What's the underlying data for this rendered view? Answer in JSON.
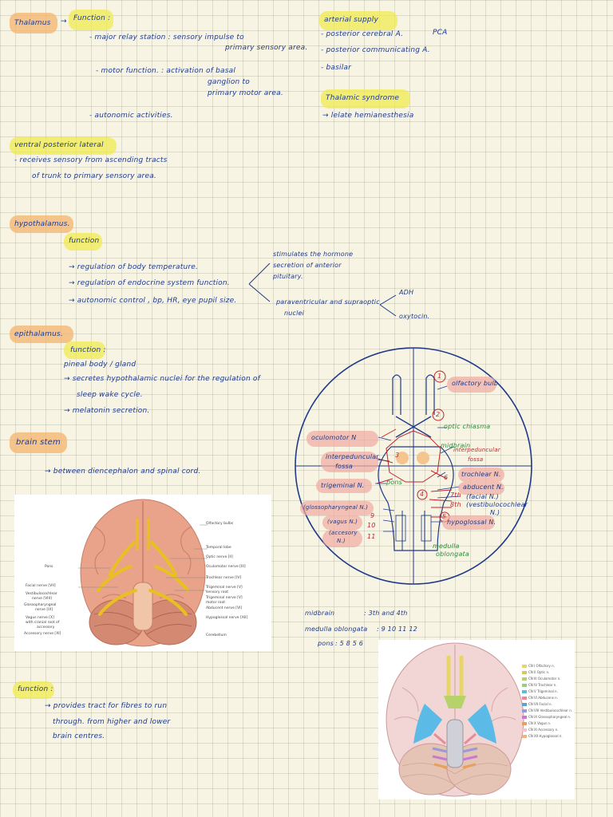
{
  "thalamus": {
    "title": "Thalamus",
    "function": "Function :",
    "items": [
      "- major relay station  :  sensory impulse to",
      "primary sensory area.",
      "- motor function.  : activation of basal",
      "ganglion to",
      "primary motor area.",
      "- autonomic activities."
    ]
  },
  "arterial": {
    "title": "arterial supply",
    "items": [
      "- posterior cerebral A.",
      "PCA",
      "- posterior communicating A.",
      "- basilar"
    ],
    "syndrome_title": "Thalamic syndrome",
    "syndrome_item": "→ lelate hemianesthesia"
  },
  "vpl": {
    "title": "ventral posterior lateral",
    "lines": [
      "- receives sensory from ascending tracts",
      "of trunk to primary sensory area."
    ]
  },
  "hypothalamus": {
    "title": "hypothalamus.",
    "function": "function",
    "items": [
      "→ regulation of body temperature.",
      "→ regulation of endocrine system function.",
      "→ autonomic control , bp, HR, eye pupil size."
    ],
    "branch_top": [
      "stimulates the hormone",
      "secretion of anterior",
      "pituitary."
    ],
    "branch_bottom": [
      "paraventricular and supraoptic",
      "nuclei"
    ],
    "hormones": [
      "ADH",
      "oxytocin."
    ]
  },
  "epithalamus": {
    "title": "epithalamus.",
    "function": "function :",
    "items": [
      "pineal body / gland",
      "→ secretes hypothalamic nuclei for the regulation of",
      "sleep wake cycle.",
      "→ melatonin secretion."
    ]
  },
  "brainstem": {
    "title": "brain stem",
    "item": "→ between diencephalon and spinal cord."
  },
  "figure1_labels": {
    "right": [
      "Olfactory bulbs",
      "Temporal lobe",
      "Optic nerve [II]",
      "Oculomotor nerve [III]",
      "Trochlear nerve [IV]",
      "Trigeminal nerve [V]",
      "sensory root",
      "Trigeminal nerve [V]",
      "motor root",
      "Abducent nerve [VI]",
      "Hypoglossal nerve [XII]",
      "Cerebellum"
    ],
    "left": [
      "Pons",
      "Facial nerve [VII]",
      "Vestibulocochlear",
      "nerve [VIII]",
      "Glossopharyngeal",
      "nerve [IX]",
      "Vagus nerve [X]",
      "with cranial root of",
      "accessory",
      "Accessory nerve [XI]"
    ]
  },
  "diagram": {
    "nums": [
      "1",
      "2",
      "3",
      "4",
      "5"
    ],
    "right_labels": [
      "olfactory bulb",
      "optic chiasma",
      "midbrain",
      "interpeduncular",
      "fossa",
      "trochlear N.",
      "abducent N.",
      "7th",
      "8th",
      "(facial N.)",
      "(vestibulocochlear",
      "N.)",
      "hypoglossal N.",
      "medulla",
      "oblongata"
    ],
    "left_labels": [
      "oculomotor N",
      "interpeduncular",
      "fossa",
      "trigeminal N.",
      "(glossopharyngeal N.)",
      "(vagus N.)",
      "(accesory",
      "N.)",
      "pons"
    ],
    "left_nums": [
      "9",
      "10",
      "11"
    ],
    "mini6": "6"
  },
  "summary": {
    "lines": [
      {
        "k": "midbrain",
        "v": ": 3th and 4th"
      },
      {
        "k": "medulla oblongata",
        "v": ":  9  10  11  12"
      },
      {
        "k": "pons",
        "v": ":  5 8  5  6"
      }
    ]
  },
  "function2": {
    "title": "function :",
    "lines": [
      "→ provides tract for fibres to run",
      "through. from higher and lower",
      "brain centres."
    ]
  },
  "legend": {
    "items": [
      {
        "label": "CN I   Olfactory n.",
        "color": "#e8d56a"
      },
      {
        "label": "CN II  Optic n.",
        "color": "#d8c76a"
      },
      {
        "label": "CN III Oculomotor n.",
        "color": "#b5d36a"
      },
      {
        "label": "CN IV  Trochlear n.",
        "color": "#8fd08a"
      },
      {
        "label": "CN V   Trigeminal n.",
        "color": "#5bbbe6"
      },
      {
        "label": "CN VI  Abducens n.",
        "color": "#e88a9a"
      },
      {
        "label": "CN VII Facial n.",
        "color": "#5aa5c8"
      },
      {
        "label": "CN VIII Vestibulocochlear n.",
        "color": "#9a9ad6"
      },
      {
        "label": "CN IX  Glossopharyngeal n.",
        "color": "#c67bd1"
      },
      {
        "label": "CN X   Vagus n.",
        "color": "#e8a05a"
      },
      {
        "label": "CN XI  Accessory n.",
        "color": "#f0c4d0"
      },
      {
        "label": "CN XII Hypoglossal n.",
        "color": "#f2b27a"
      }
    ]
  }
}
